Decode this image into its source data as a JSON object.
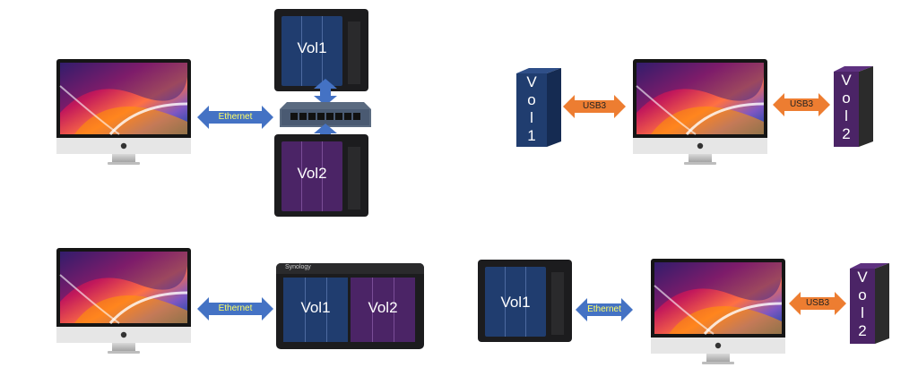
{
  "colors": {
    "ethernet_arrow": "#4472c4",
    "usb_arrow": "#ed7d31",
    "vol_blue": "#203d6f",
    "vol_purple": "#4b2466",
    "nas_body": "#1c1c1e",
    "drive_text": "#ffffff",
    "ethernet_text": "#ffff66",
    "usb_text": "#222222"
  },
  "diagram": {
    "tl": {
      "ethernet": "Ethernet",
      "nas_top": "Vol1",
      "nas_bottom": "Vol2"
    },
    "tr": {
      "usb_left": "USB3",
      "usb_right": "USB3",
      "drive_left": [
        "V",
        "o",
        "l",
        "1"
      ],
      "drive_right": [
        "V",
        "o",
        "l",
        "2"
      ]
    },
    "bl": {
      "ethernet": "Ethernet",
      "nas_brand": "Synology",
      "nas_vol1": "Vol1",
      "nas_vol2": "Vol2"
    },
    "br": {
      "nas": "Vol1",
      "ethernet": "Ethernet",
      "usb": "USB3",
      "drive": [
        "V",
        "o",
        "l",
        "2"
      ]
    }
  }
}
